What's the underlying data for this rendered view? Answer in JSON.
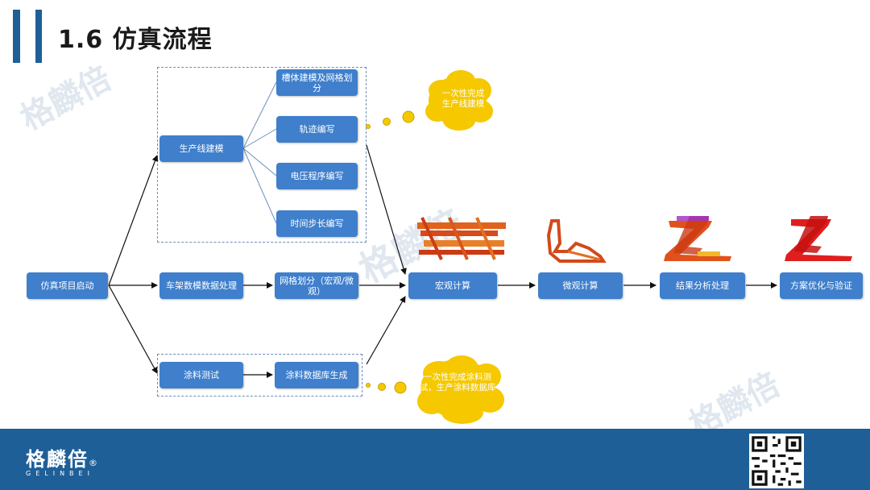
{
  "header": {
    "title": "1.6  仿真流程"
  },
  "nodes": {
    "start": "仿真项目启动",
    "line_model": "生产线建模",
    "body_mesh": "槽体建模及网格划分",
    "trajectory": "轨迹编写",
    "voltage": "电压程序编写",
    "timestep": "时间步长编写",
    "frame_data": "车架数模数据处理",
    "mesh_div": "网格划分（宏观/微观）",
    "coating_test": "涂料测试",
    "coating_db": "涂料数据库生成",
    "macro": "宏观计算",
    "micro": "微观计算",
    "result": "结果分析处理",
    "optimize": "方案优化与验证"
  },
  "clouds": {
    "top": "一次性完成生产线建模",
    "bottom": "一次性完成涂料测试，生产涂料数据库"
  },
  "brand": {
    "name_cn": "格麟倍",
    "name_en": "GELINBEI",
    "reg": "®"
  },
  "colors": {
    "accent": "#1f5f97",
    "node": "#3f7fcc",
    "cloud": "#f5c800",
    "group_border": "#6d8fb8"
  }
}
